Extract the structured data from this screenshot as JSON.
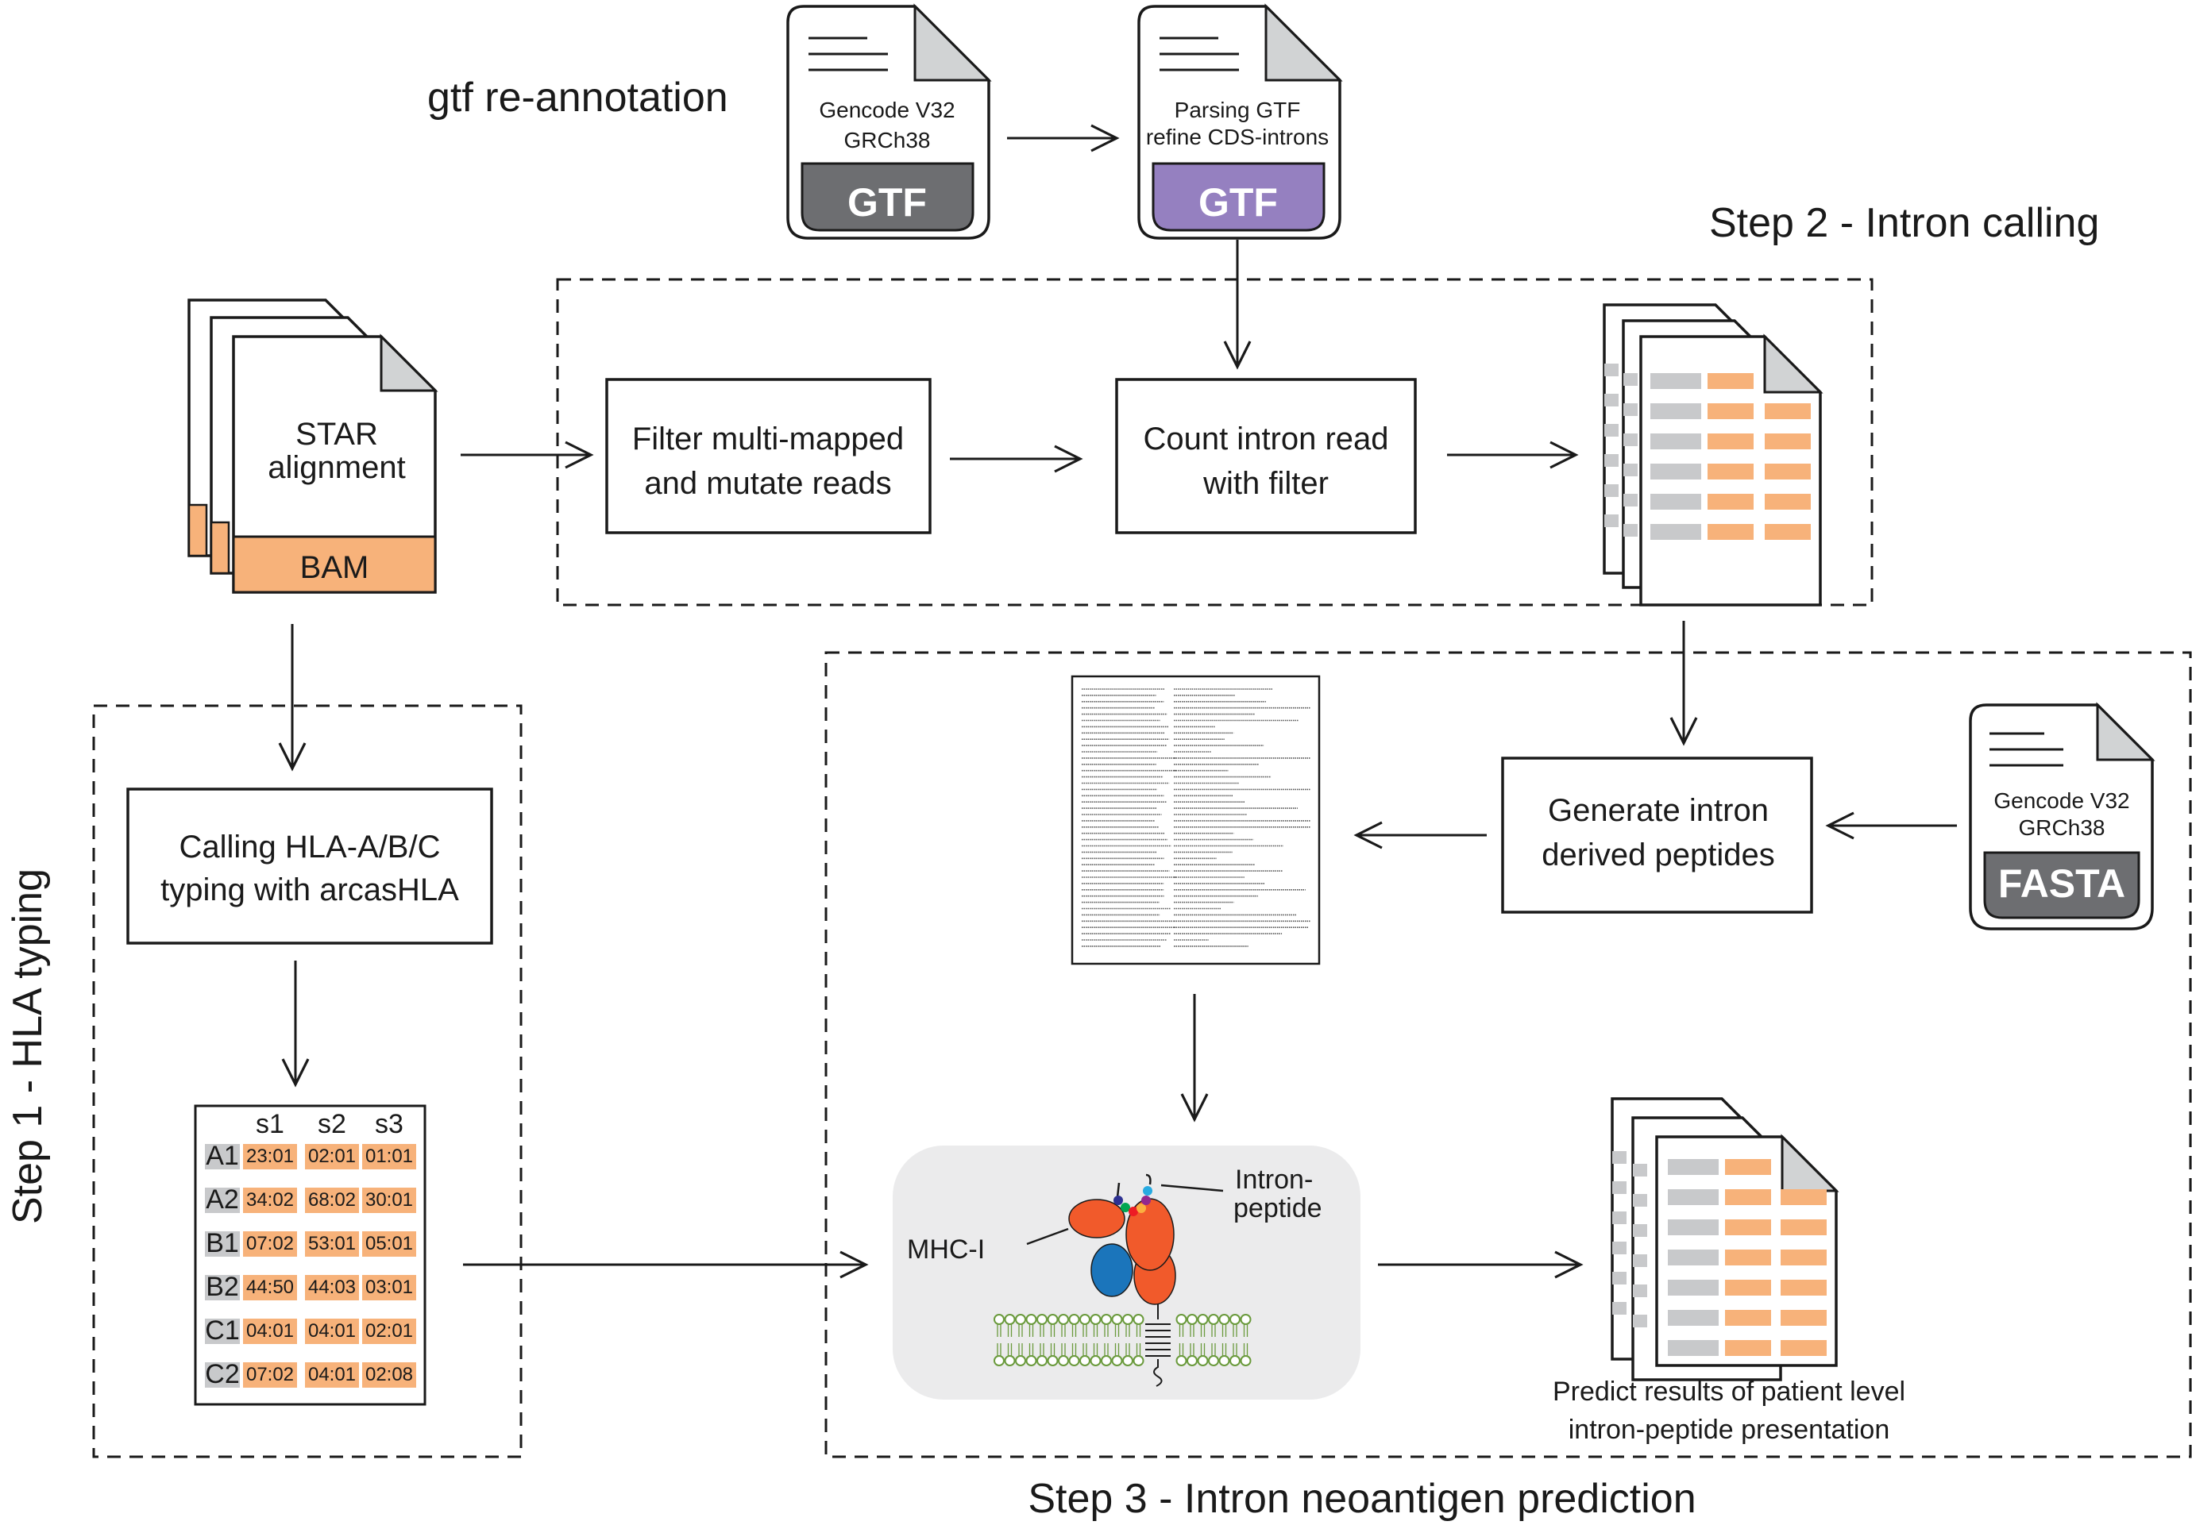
{
  "headings": {
    "gtf_reannotation": "gtf re-annotation",
    "step1": "Step 1 - HLA typing",
    "step2": "Step 2 - Intron calling",
    "step3": "Step 3 - Intron neoantigen prediction"
  },
  "files": {
    "gencode_gtf": {
      "line1": "Gencode V32",
      "line2": "GRCh38",
      "tag": "GTF",
      "tag_color": "#6d6e71"
    },
    "parsed_gtf": {
      "line1": "Parsing GTF",
      "line2": "refine CDS-introns",
      "tag": "GTF",
      "tag_color": "#9580c0"
    },
    "bam": {
      "line1": "STAR",
      "line2": "alignment",
      "tag": "BAM",
      "tag_color": "#f7b27a"
    },
    "fasta": {
      "line1": "Gencode V32",
      "line2": "GRCh38",
      "tag": "FASTA",
      "tag_color": "#6d6e71"
    }
  },
  "boxes": {
    "filter": {
      "line1": "Filter multi-mapped",
      "line2": "and mutate reads"
    },
    "count": {
      "line1": "Count intron read",
      "line2": "with filter"
    },
    "hla": {
      "line1": "Calling HLA-A/B/C",
      "line2": "typing with arcasHLA"
    },
    "generate": {
      "line1": "Generate intron",
      "line2": "derived peptides"
    }
  },
  "hla_table": {
    "columns": [
      "s1",
      "s2",
      "s3"
    ],
    "rows": [
      {
        "allele": "A1",
        "values": [
          "23:01",
          "02:01",
          "01:01"
        ]
      },
      {
        "allele": "A2",
        "values": [
          "34:02",
          "68:02",
          "30:01"
        ]
      },
      {
        "allele": "B1",
        "values": [
          "07:02",
          "53:01",
          "05:01"
        ]
      },
      {
        "allele": "B2",
        "values": [
          "44:50",
          "44:03",
          "03:01"
        ]
      },
      {
        "allele": "C1",
        "values": [
          "04:01",
          "04:01",
          "02:01"
        ]
      },
      {
        "allele": "C2",
        "values": [
          "07:02",
          "04:01",
          "02:08"
        ]
      }
    ]
  },
  "mhc": {
    "label": "MHC-I",
    "peptide_line1": "Intron-",
    "peptide_line2": "peptide"
  },
  "prediction": {
    "line1": "Predict results of patient level",
    "line2": "intron-peptide presentation"
  },
  "colors": {
    "orange": "#f7b27a",
    "gray": "#c8c9cb",
    "mhc_red": "#f15a2b",
    "mhc_blue": "#1b75bb",
    "cell_bg": "#ebebec"
  }
}
